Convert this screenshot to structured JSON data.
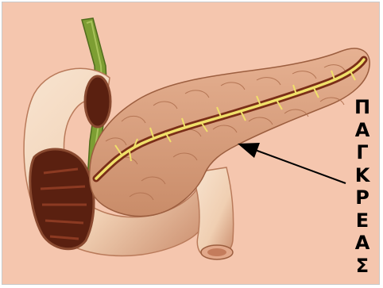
{
  "diagram": {
    "label": "ΠΑΓΚΡΕΑΣ",
    "letters": [
      "Π",
      "Α",
      "Γ",
      "Κ",
      "Ρ",
      "Ε",
      "Α",
      "Σ"
    ]
  },
  "colors": {
    "background": "#f5c6ae",
    "pancreas_tissue": "#d99f7e",
    "duct": "#f0e06a",
    "duodenum": "#f2d6bd",
    "duodenum_lumen": "#5a2010",
    "bile_duct": "#7d9e33",
    "label_text": "#000000"
  }
}
